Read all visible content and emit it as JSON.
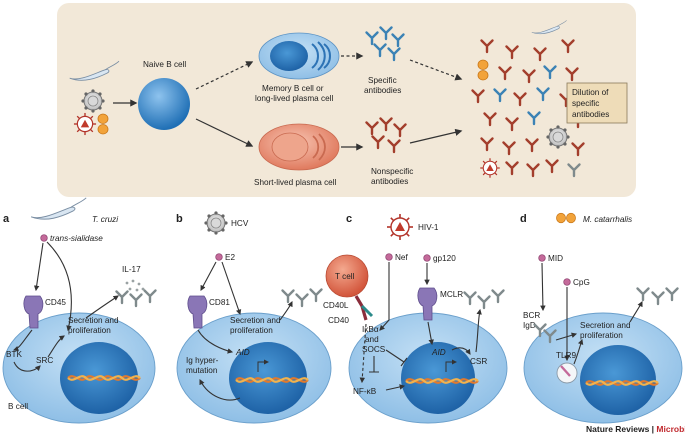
{
  "top": {
    "naive_label": "Naive B cell",
    "memory_label_1": "Memory B cell or",
    "memory_label_2": "long-lived plasma cell",
    "specific_1": "Specific",
    "specific_2": "antibodies",
    "shortlived_label": "Short-lived plasma cell",
    "nonspecific_1": "Nonspecific",
    "nonspecific_2": "antibodies",
    "dilution_1": "Dilution of",
    "dilution_2": "specific",
    "dilution_3": "antibodies"
  },
  "panels": {
    "a": {
      "letter": "a",
      "pathogen": "T. cruzi",
      "ligand": "trans-sialidase",
      "receptor": "CD45",
      "cytokine": "IL-17",
      "secretion_1": "Secretion and",
      "secretion_2": "proliferation",
      "kinase_1": "BTK",
      "kinase_2": "SRC",
      "cell": "B cell"
    },
    "b": {
      "letter": "b",
      "pathogen": "HCV",
      "ligand": "E2",
      "receptor": "CD81",
      "secretion_1": "Secretion and",
      "secretion_2": "proliferation",
      "hyper_1": "Ig hyper-",
      "hyper_2": "mutation",
      "aid": "AID"
    },
    "c": {
      "letter": "c",
      "pathogen": "HIV-1",
      "tcell": "T cell",
      "cd40l": "CD40L",
      "cd40": "CD40",
      "nef": "Nef",
      "gp120": "gp120",
      "mclr": "MCLR",
      "ikb_1": "IκBα",
      "ikb_2": "and",
      "ikb_3": "SOCS",
      "nfkb": "NF-κB",
      "aid": "AID",
      "csr": "CSR"
    },
    "d": {
      "letter": "d",
      "pathogen": "M. catarrhalis",
      "mid": "MID",
      "cpg": "CpG",
      "bcr_1": "BCR",
      "bcr_2": "IgD",
      "tlr9": "TLR9",
      "secretion_1": "Secretion and",
      "secretion_2": "proliferation"
    }
  },
  "footer": {
    "journal": "Nature Reviews",
    "separator": " | ",
    "section": "Microbiology"
  },
  "colors": {
    "top_box": "#f2e8d8",
    "cell_fill": "#9fc8ea",
    "nucleus": "#2f7fc1",
    "plasma": "#e9876f",
    "antibody_blue": "#3b82b5",
    "antibody_red": "#a33e2c",
    "antibody_gray": "#7f8a8c",
    "receptor": "#8a76b6",
    "ligand": "#c46a9a",
    "microbiology_red": "#c0282d"
  }
}
